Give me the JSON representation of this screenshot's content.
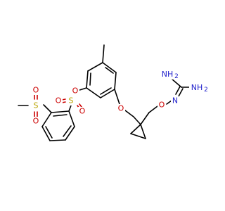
{
  "colors": {
    "carbon": "#000000",
    "oxygen": "#cc0000",
    "nitrogen": "#2222cc",
    "sulfur": "#b9a400"
  },
  "atoms": {
    "s1": "S",
    "s2": "S",
    "o_s1a": "O",
    "o_s1b": "O",
    "o_s2a": "O",
    "o_s2b": "O",
    "o_ester": "O",
    "o_ether": "O",
    "o_oxime": "O",
    "n_imine": "N",
    "nh2_top": "NH",
    "nh2_top_sub": "2",
    "nh2_right": "NH",
    "nh2_right_sub": "2"
  }
}
